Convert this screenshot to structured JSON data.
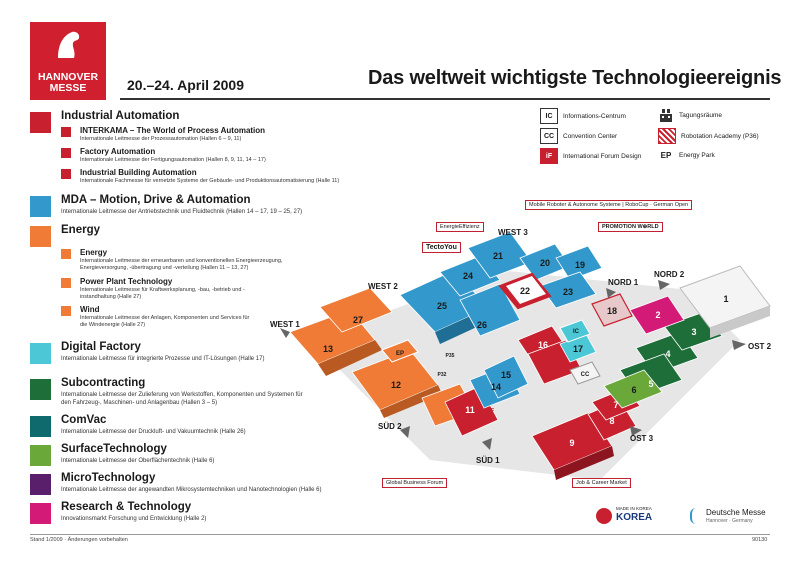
{
  "logo": {
    "line1": "HANNOVER",
    "line2": "MESSE"
  },
  "date": "20.–24. April 2009",
  "headline": "Das weltweit wichtigste Technologieereignis",
  "colors": {
    "red": "#c8202f",
    "blue": "#3399cc",
    "orange": "#ef7b36",
    "cyan": "#4cc7d6",
    "green": "#1e6e3a",
    "teal": "#0f6a6e",
    "lime": "#6aa83a",
    "purple": "#5a1f6b",
    "magenta": "#d41a77"
  },
  "legend": {
    "industrial": {
      "title": "Industrial Automation",
      "subs": [
        {
          "title": "INTERKAMA – The World of Process Automation",
          "desc": "Internationale Leitmesse der Prozessautomation (Hallen 6 – 9, 11)"
        },
        {
          "title": "Factory Automation",
          "desc": "Internationale Leitmesse der Fertigungsautomation (Hallen 8, 9, 11, 14 – 17)"
        },
        {
          "title": "Industrial Building Automation",
          "desc": "Internationale Fachmesse für vernetzte Systeme der Gebäude- und Produktionsautomatisierung (Halle 11)"
        }
      ]
    },
    "mda": {
      "title": "MDA – Motion, Drive & Automation",
      "desc": "Internationale Leitmesse der Antriebstechnik und Fluidtechnik (Hallen 14 – 17, 19 – 25, 27)"
    },
    "energy": {
      "title": "Energy",
      "subs": [
        {
          "title": "Energy",
          "desc": "Internationale Leitmesse der erneuerbaren und konventionellen Energieerzeugung, Energieversorgung, -übertragung und -verteilung (Hallen 11 – 13, 27)"
        },
        {
          "title": "Power Plant Technology",
          "desc": "Internationale Leitmesse für Kraftwerksplanung, -bau, -betrieb und -instandhaltung (Halle 27)"
        },
        {
          "title": "Wind",
          "desc": "Internationale Leitmesse der Anlagen, Komponenten und Services für die Windenergie (Halle 27)"
        }
      ]
    },
    "digital": {
      "title": "Digital Factory",
      "desc": "Internationale Leitmesse für integrierte Prozesse und IT-Lösungen (Halle 17)"
    },
    "subcontracting": {
      "title": "Subcontracting",
      "desc": "Internationale Leitmesse der Zulieferung von Werkstoffen, Komponenten und Systemen für den Fahrzeug-, Maschinen- und Anlagenbau (Hallen 3 – 5)"
    },
    "comvac": {
      "title": "ComVac",
      "desc": "Internationale Leitmesse der Druckluft- und Vakuumtechnik (Halle 26)"
    },
    "surface": {
      "title": "SurfaceTechnology",
      "desc": "Internationale Leitmesse der Oberflächentechnik (Halle 6)"
    },
    "micro": {
      "title": "MicroTechnology",
      "desc": "Internationale Leitmesse der angewandten Mikrosystemtechniken und Nanotechnologien (Halle 6)"
    },
    "research": {
      "title": "Research & Technology",
      "desc": "Innovationsmarkt Forschung und Entwicklung (Halle 2)"
    }
  },
  "keys": {
    "ic_abbr": "IC",
    "ic_label": "Informations-Centrum",
    "cc_abbr": "CC",
    "cc_label": "Convention Center",
    "ifd_abbr": "iF",
    "ifd_label": "International Forum Design",
    "tagung_label": "Tagungsräume",
    "robo_label": "Robotation Academy (P36)",
    "ep_abbr": "EP",
    "ep_label": "Energy Park"
  },
  "map": {
    "callouts": {
      "mobile": "Mobile Roboter & Autonome Systeme  |  RoboCup · German Open",
      "promotion": "PROMOTION W⊕RLD",
      "effizienz": "EnergieEffizienz",
      "tectoyou": "TectoYou",
      "global": "Global Business Forum",
      "job": "Job & Career Market"
    },
    "directions": {
      "west3": "WEST 3",
      "west2": "WEST 2",
      "west1": "WEST 1",
      "nord1": "NORD 1",
      "nord2": "NORD 2",
      "ost2": "OST 2",
      "ost3": "OST 3",
      "sued2": "SÜD 2",
      "sued1": "SÜD 1"
    },
    "halls": {
      "h1": "1",
      "h2": "2",
      "h3": "3",
      "h4": "4",
      "h5": "5",
      "h6": "6",
      "h7": "7",
      "h8": "8",
      "h9": "9",
      "h11": "11",
      "h12": "12",
      "h13": "13",
      "h14": "14",
      "h15": "15",
      "h16": "16",
      "h17": "17",
      "h18": "18",
      "h19": "19",
      "h20": "20",
      "h21": "21",
      "h22": "22",
      "h23": "23",
      "h24": "24",
      "h25": "25",
      "h26": "26",
      "h27": "27",
      "ep": "EP",
      "ic": "IC",
      "cc": "CC",
      "p32": "P32",
      "p35": "P35",
      "if": "iF"
    }
  },
  "footer": {
    "left": "Stand 1/2009 · Änderungen vorbehalten",
    "right": "90130"
  },
  "sponsors": {
    "korea_small": "MADE IN KOREA",
    "korea": "KOREA",
    "dm": "Deutsche Messe",
    "dm_sub": "Hannover · Germany"
  }
}
